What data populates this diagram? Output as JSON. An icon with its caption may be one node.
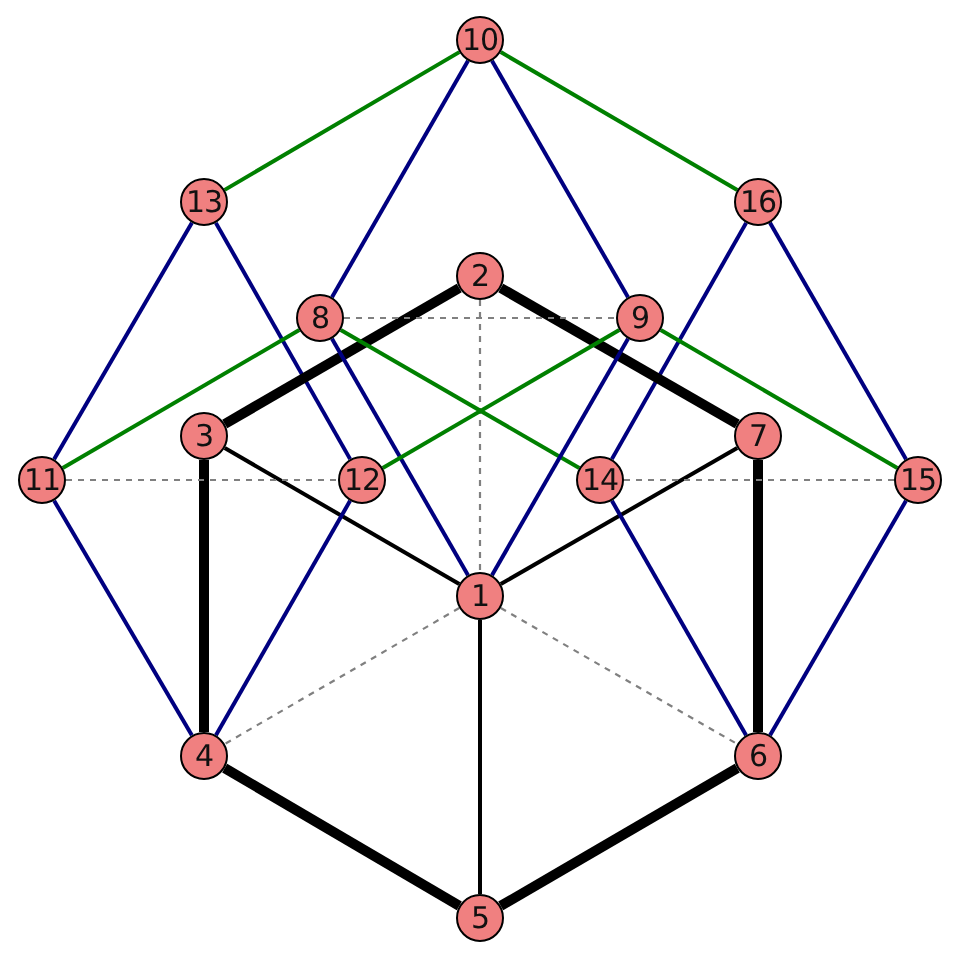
{
  "diagram": {
    "nodes": [
      {
        "text": [
          "10"
        ]
      },
      {
        "text": [
          "13"
        ]
      },
      {
        "text": [
          "16"
        ]
      },
      {
        "text": [
          "2"
        ]
      },
      {
        "text": [
          "8"
        ]
      },
      {
        "text": [
          "9"
        ]
      },
      {
        "text": [
          "3"
        ]
      },
      {
        "text": [
          "7"
        ]
      },
      {
        "text": [
          "11"
        ]
      },
      {
        "text": [
          "12"
        ]
      },
      {
        "text": [
          "14"
        ]
      },
      {
        "text": [
          "15"
        ]
      },
      {
        "text": [
          "1"
        ]
      },
      {
        "text": [
          "4"
        ]
      },
      {
        "text": [
          "6"
        ]
      },
      {
        "text": [
          "5"
        ]
      }
    ],
    "edges": [
      {
        "from": 0,
        "to": 1,
        "arrow": "none",
        "color": "#008000"
      },
      {
        "from": 0,
        "to": 2,
        "arrow": "none",
        "color": "#008000"
      },
      {
        "from": 0,
        "to": 4,
        "arrow": "none",
        "color": "#000080"
      },
      {
        "from": 0,
        "to": 5,
        "arrow": "none",
        "color": "#000080"
      },
      {
        "from": 1,
        "to": 8,
        "arrow": "none",
        "color": "#000080"
      },
      {
        "from": 1,
        "to": 9,
        "arrow": "none",
        "color": "#000080"
      },
      {
        "from": 2,
        "to": 10,
        "arrow": "none",
        "color": "#000080"
      },
      {
        "from": 2,
        "to": 11,
        "arrow": "none",
        "color": "#000080"
      },
      {
        "from": 3,
        "to": 6,
        "arrow": "none",
        "style": "thick",
        "color": "#000000"
      },
      {
        "from": 3,
        "to": 7,
        "arrow": "none",
        "style": "thick",
        "color": "#000000"
      },
      {
        "from": 3,
        "to": 12,
        "arrow": "none",
        "style": "dashed",
        "color": "#808080"
      },
      {
        "from": 4,
        "to": 5,
        "arrow": "none",
        "style": "dashed",
        "color": "#808080"
      },
      {
        "from": 4,
        "to": 8,
        "arrow": "none",
        "color": "#008000"
      },
      {
        "from": 4,
        "to": 10,
        "arrow": "none",
        "color": "#008000"
      },
      {
        "from": 4,
        "to": 12,
        "arrow": "none",
        "color": "#000080"
      },
      {
        "from": 5,
        "to": 9,
        "arrow": "none",
        "color": "#008000"
      },
      {
        "from": 5,
        "to": 11,
        "arrow": "none",
        "color": "#008000"
      },
      {
        "from": 5,
        "to": 12,
        "arrow": "none",
        "color": "#000080"
      },
      {
        "from": 6,
        "to": 12,
        "arrow": "none",
        "color": "#000000"
      },
      {
        "from": 6,
        "to": 13,
        "arrow": "none",
        "style": "thick",
        "color": "#000000"
      },
      {
        "from": 7,
        "to": 12,
        "arrow": "none",
        "color": "#000000"
      },
      {
        "from": 7,
        "to": 14,
        "arrow": "none",
        "style": "thick",
        "color": "#000000"
      },
      {
        "from": 8,
        "to": 9,
        "arrow": "none",
        "style": "dashed",
        "color": "#808080"
      },
      {
        "from": 8,
        "to": 13,
        "arrow": "none",
        "color": "#000080"
      },
      {
        "from": 9,
        "to": 13,
        "arrow": "none",
        "color": "#000080"
      },
      {
        "from": 10,
        "to": 11,
        "arrow": "none",
        "style": "dashed",
        "color": "#808080"
      },
      {
        "from": 10,
        "to": 14,
        "arrow": "none",
        "color": "#000080"
      },
      {
        "from": 11,
        "to": 14,
        "arrow": "none",
        "color": "#000080"
      },
      {
        "from": 12,
        "to": 13,
        "arrow": "none",
        "style": "dashed",
        "color": "#808080"
      },
      {
        "from": 12,
        "to": 14,
        "arrow": "none",
        "style": "dashed",
        "color": "#808080"
      },
      {
        "from": 12,
        "to": 15,
        "arrow": "none",
        "color": "#000000"
      },
      {
        "from": 13,
        "to": 15,
        "arrow": "none",
        "style": "thick",
        "color": "#000000"
      },
      {
        "from": 14,
        "to": 15,
        "arrow": "none",
        "style": "thick",
        "color": "#000000"
      }
    ]
  }
}
